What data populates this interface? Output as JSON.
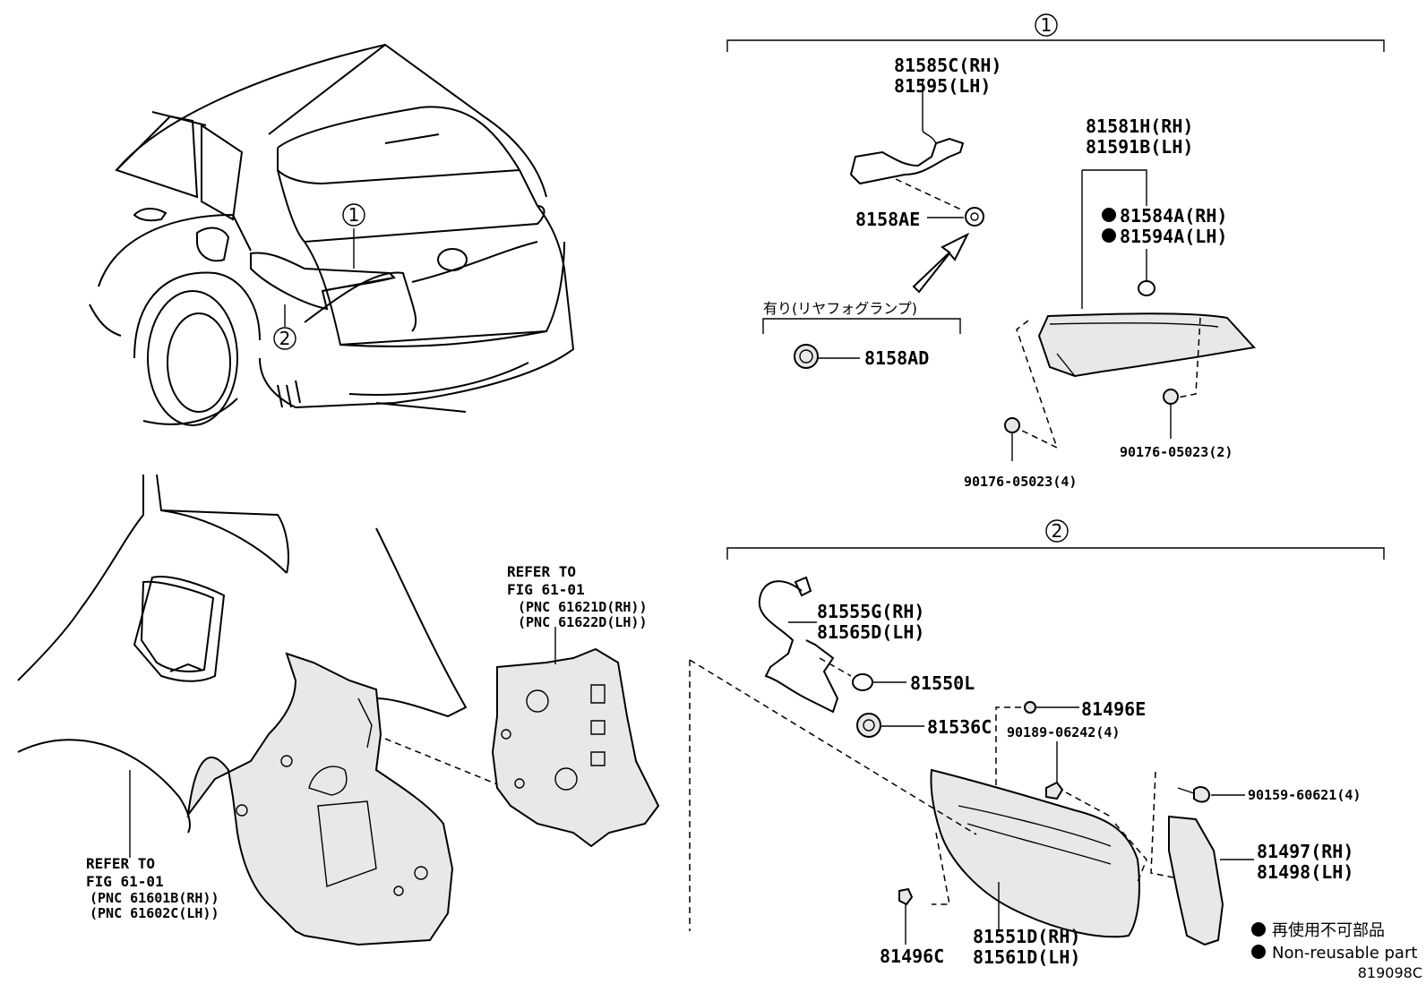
{
  "callouts": {
    "one": "1",
    "two": "2"
  },
  "group1": {
    "socket_wire": {
      "rh": "81585C(RH)",
      "lh": "81595(LH)"
    },
    "socket": "8158AE",
    "option_label": "有り(リヤフォグランプ)",
    "option_part": "8158AD",
    "lamp": {
      "rh": "81581H(RH)",
      "lh": "81591B(LH)"
    },
    "gasket": {
      "rh": "81584A(RH)",
      "lh": "81594A(LH)"
    },
    "nut_a": "90176-05023(2)",
    "nut_b": "90176-05023(4)"
  },
  "group2": {
    "wire": {
      "rh": "81555G(RH)",
      "lh": "81565D(LH)"
    },
    "bulb": "81550L",
    "socket": "81536C",
    "nut_top": "81496E",
    "bolt": "90189-06242(4)",
    "screw": "90159-60621(4)",
    "cover": {
      "rh": "81497(RH)",
      "lh": "81498(LH)"
    },
    "lamp": {
      "rh": "81551D(RH)",
      "lh": "81561D(LH)"
    },
    "nut_bottom": "81496C"
  },
  "refer_upper": {
    "line1": "REFER TO",
    "line2": "FIG 61-01",
    "line3": "(PNC 61621D(RH))",
    "line4": "(PNC 61622D(LH))"
  },
  "refer_lower": {
    "line1": "REFER TO",
    "line2": "FIG 61-01",
    "line3": "(PNC 61601B(RH))",
    "line4": "(PNC 61602C(LH))"
  },
  "legend": {
    "ja": "再使用不可部品",
    "en": "Non-reusable part"
  },
  "figure_code": "819098C"
}
